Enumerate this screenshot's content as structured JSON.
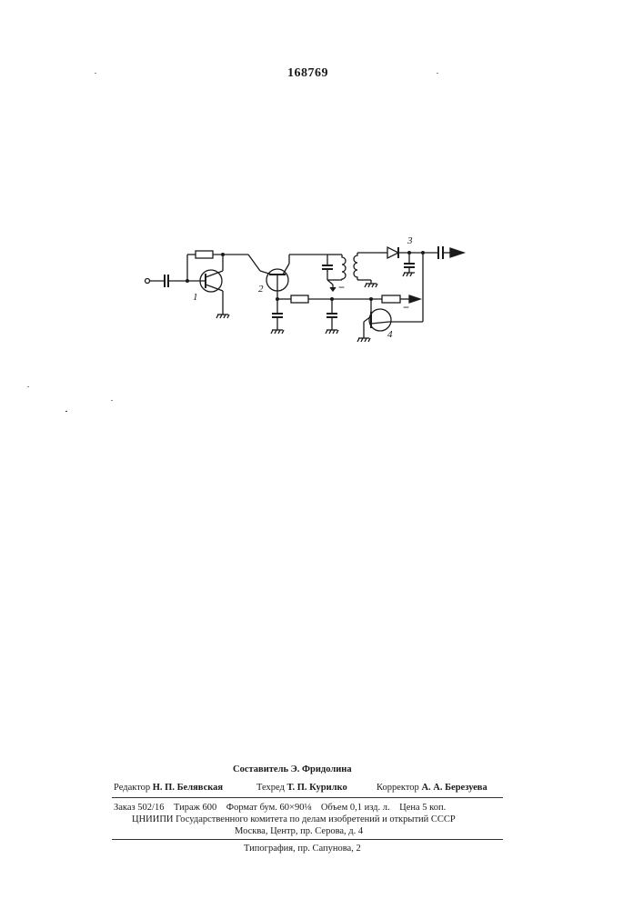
{
  "header": {
    "patent_number": "168769"
  },
  "figure": {
    "labels": {
      "t1": "1",
      "t2": "2",
      "d3": "3",
      "t4": "4",
      "minus_a": "−",
      "minus_b": "−"
    }
  },
  "imprint": {
    "compiler": "Составитель Э. Фридолина",
    "editor_role": "Редактор",
    "editor_name": "Н. П. Белявская",
    "techred_role": "Техред",
    "techred_name": "Т. П. Курилко",
    "corrector_role": "Корректор",
    "corrector_name": "А. А. Березуева",
    "order_line": "Заказ 502/16    Тираж 600    Формат бум. 60×90⅛    Объем 0,1 изд. л.    Цена 5 коп.",
    "org_line": "ЦНИИПИ Государственного комитета по делам изобретений и открытий СССР",
    "address_line": "Москва, Центр, пр. Серова, д. 4",
    "printer_line": "Типография, пр. Сапунова, 2"
  }
}
